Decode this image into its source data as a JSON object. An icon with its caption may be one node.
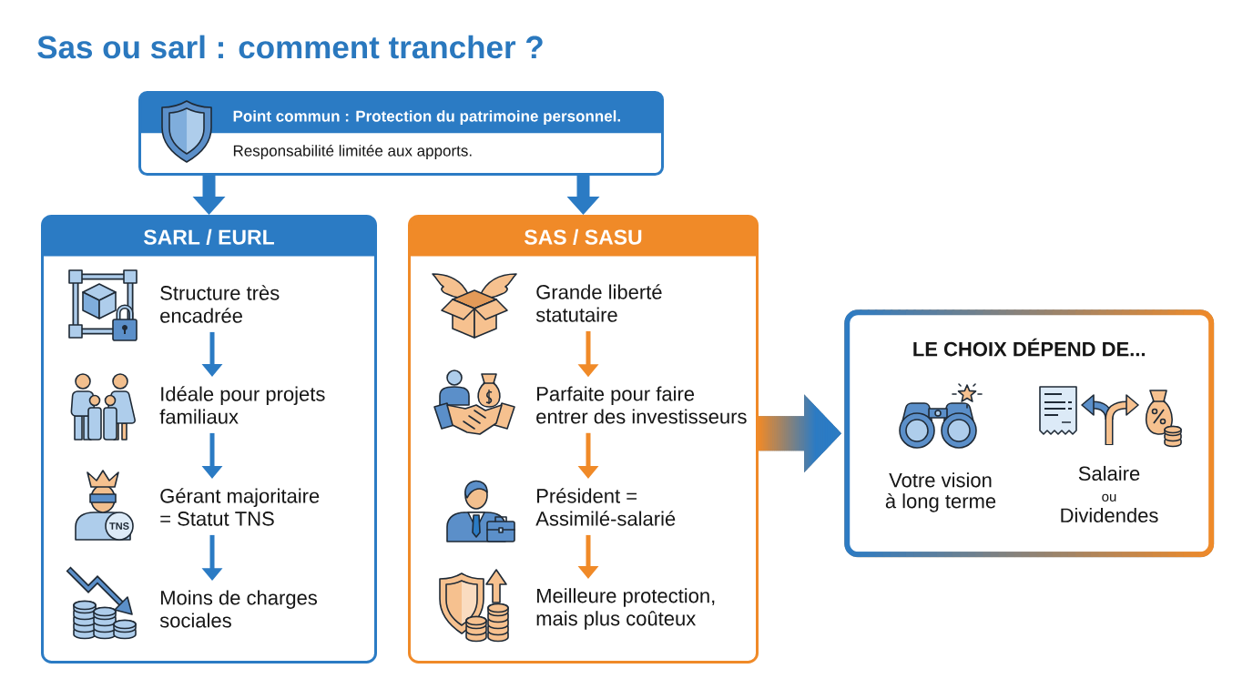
{
  "diagram": {
    "title": "Sas ou sarl : comment trancher ?",
    "nodes": [
      {
        "text": [
          "Point commun : Protection du patrimoine personnel.",
          "Responsabilité limitée aux apports."
        ]
      },
      {
        "text": [
          "SARL / EURL"
        ]
      },
      {
        "text": [
          "Structure très encadrée"
        ],
        "in": 1
      },
      {
        "text": [
          "Idéale pour projets familiaux"
        ],
        "in": 1
      },
      {
        "text": [
          "Gérant majoritaire = Statut TNS"
        ],
        "in": 1
      },
      {
        "text": [
          "Moins de charges sociales"
        ],
        "in": 1
      },
      {
        "text": [
          "SAS / SASU"
        ]
      },
      {
        "text": [
          "Grande liberté statutaire"
        ],
        "in": 6
      },
      {
        "text": [
          "Parfaite pour faire entrer des investisseurs"
        ],
        "in": 6
      },
      {
        "text": [
          "Président = Assimilé-salarié"
        ],
        "in": 6
      },
      {
        "text": [
          "Meilleure protection, mais plus coûteux"
        ],
        "in": 6
      },
      {
        "text": [
          "LE CHOIX DÉPEND DE..."
        ]
      },
      {
        "text": [
          "Votre vision à long terme"
        ],
        "in": 11
      },
      {
        "text": [
          "Salaire",
          "ou",
          "Dividendes"
        ],
        "in": 11
      }
    ],
    "edges": [
      {
        "from": 0,
        "to": 1,
        "arrow": "to",
        "style": "thick"
      },
      {
        "from": 0,
        "to": 6,
        "arrow": "to",
        "style": "thick"
      },
      {
        "from": 2,
        "to": 3,
        "arrow": "to"
      },
      {
        "from": 3,
        "to": 4,
        "arrow": "to"
      },
      {
        "from": 4,
        "to": 5,
        "arrow": "to"
      },
      {
        "from": 7,
        "to": 8,
        "arrow": "to",
        "color": "#f08a28"
      },
      {
        "from": 8,
        "to": 9,
        "arrow": "to",
        "color": "#f08a28"
      },
      {
        "from": 9,
        "to": 10,
        "arrow": "to",
        "color": "#f08a28"
      },
      {
        "from": 6,
        "to": 11,
        "arrow": "to",
        "style": "thick",
        "color": "#f08a28"
      }
    ],
    "labels": [
      "TNS"
    ]
  }
}
